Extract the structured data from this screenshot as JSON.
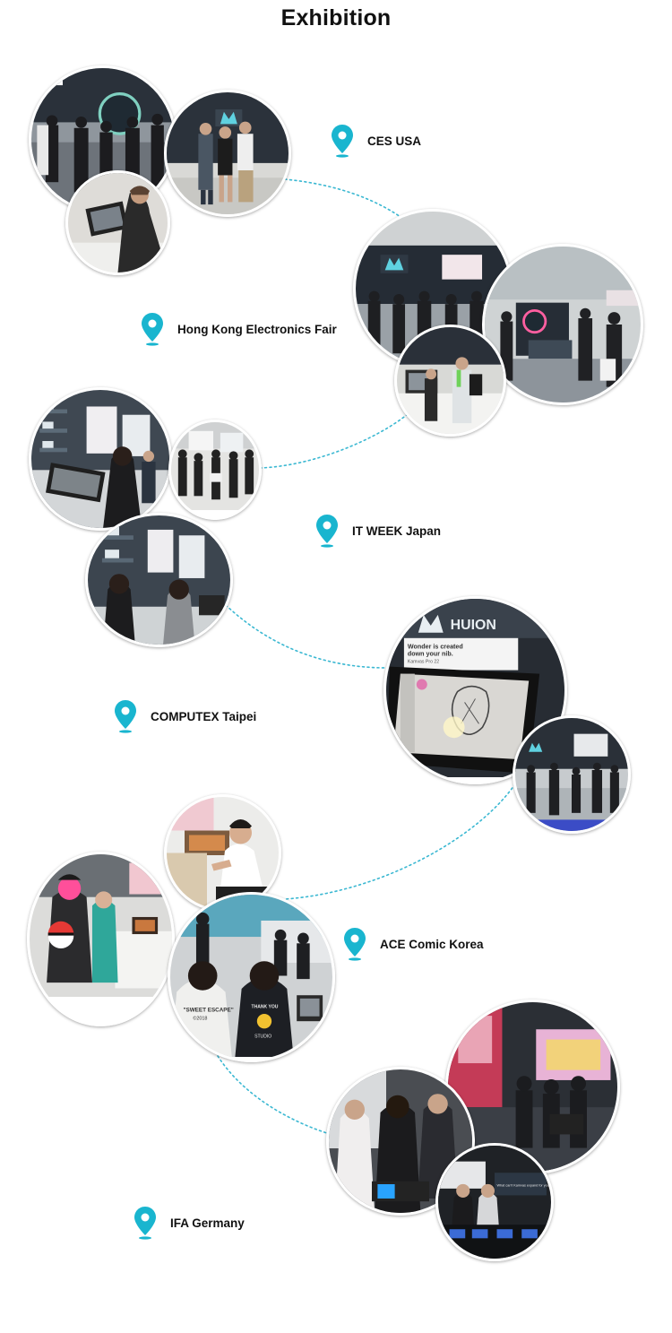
{
  "header": {
    "title": "Exhibition"
  },
  "colors": {
    "accent": "#19b5cf",
    "line": "#3bb8d2",
    "booth_dark": "#232b35",
    "booth_gray": "#9aa1a8"
  },
  "icons": {
    "location": "location-pin-icon"
  },
  "exhibitions": [
    {
      "name": "CES USA"
    },
    {
      "name": "Hong Kong Electronics Fair"
    },
    {
      "name": "IT WEEK Japan"
    },
    {
      "name": "COMPUTEX Taipei"
    },
    {
      "name": "ACE Comic Korea"
    },
    {
      "name": "IFA Germany"
    }
  ],
  "photo_signage": {
    "brand": "HUION",
    "computex_banner_line1": "Wonder is created",
    "computex_banner_line2": "down your nib.",
    "computex_banner_line3": "Kamvas Pro 22",
    "shirt_line1": "\"SWEET ESCAPE\"",
    "shirt_line2": "©2018",
    "shirt2_line1": "THANK YOU",
    "shirt2_line2": "STUDIO",
    "ifa_screen": "What can't Kamvas expand for you?"
  }
}
